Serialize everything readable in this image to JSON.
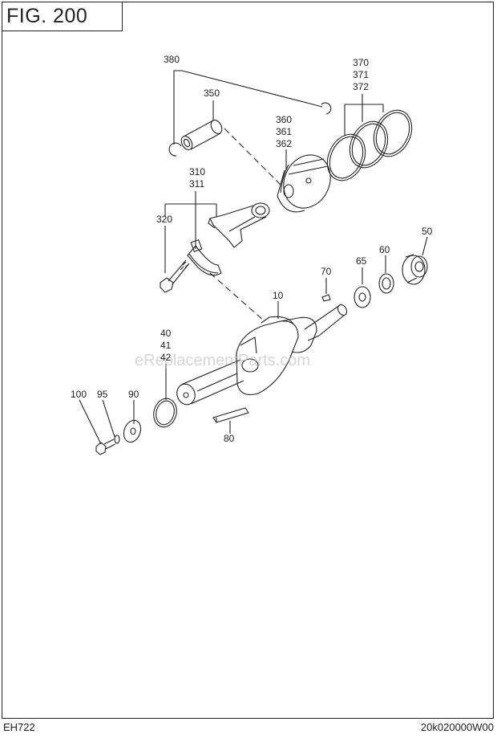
{
  "figure": {
    "title": "FIG.  200"
  },
  "footer": {
    "model": "EH722",
    "code": "20k020000W00"
  },
  "watermark": "eReplacementParts.com",
  "callouts": {
    "c380": "380",
    "c350": "350",
    "c370": "370",
    "c371": "371",
    "c372": "372",
    "c360": "360",
    "c361": "361",
    "c362": "362",
    "c310": "310",
    "c311": "311",
    "c320": "320",
    "c70": "70",
    "c65": "65",
    "c60": "60",
    "c50": "50",
    "c10": "10",
    "c40": "40",
    "c41": "41",
    "c42": "42",
    "c100": "100",
    "c95": "95",
    "c90": "90",
    "c80": "80"
  }
}
